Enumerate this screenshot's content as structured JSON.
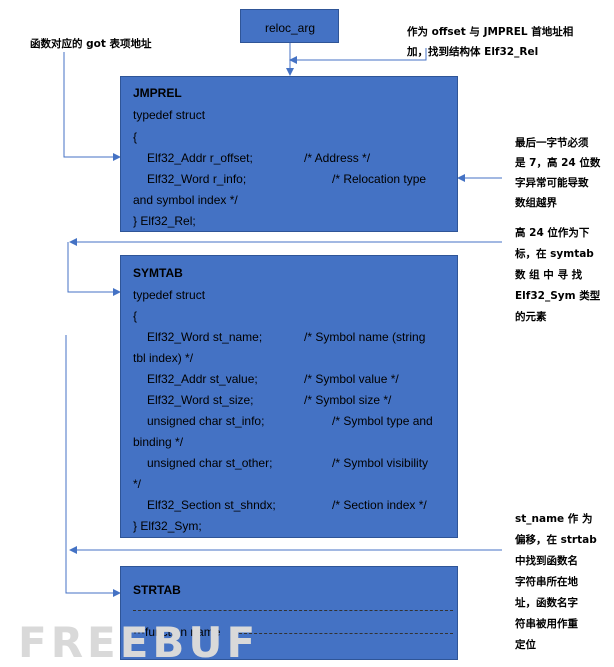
{
  "reloc_box": {
    "label": "reloc_arg"
  },
  "notes": {
    "got_note": "函数对应的 got 表项地址",
    "offset_note": {
      "line1": "作为 offset 与 JMPREL 首地址相",
      "line2": "加，找到结构体 Elf32_Rel"
    },
    "last_byte_note": [
      "最后一字节必须",
      "是 7，高 24 位数",
      "字异常可能导致",
      "数组越界"
    ],
    "high24_note": [
      "高 24 位作为下",
      "标，在 symtab",
      "数 组 中 寻 找",
      "Elf32_Sym 类型",
      "的元素"
    ],
    "st_name_note": [
      "st_name 作 为",
      "偏移，在 strtab",
      "中找到函数名",
      "字符串所在地",
      "址，函数名字",
      "符串被用作重",
      "定位"
    ]
  },
  "jmprel": {
    "title": "JMPREL",
    "lines": [
      "typedef struct",
      "{",
      "Elf32_Addr  r_offset;",
      "/* Address */",
      "Elf32_Word r_info;",
      "/* Relocation type",
      "and symbol index */",
      "} Elf32_Rel;"
    ]
  },
  "symtab": {
    "title": "SYMTAB",
    "lines": [
      "typedef struct",
      "{",
      "Elf32_Word st_name;",
      "/* Symbol name (string",
      "tbl index) */",
      "Elf32_Addr  st_value;",
      "/* Symbol value */",
      "Elf32_Word st_size;",
      "/* Symbol size */",
      "unsigned char    st_info;",
      "/* Symbol type and",
      "binding */",
      "unsigned char    st_other;",
      "/* Symbol visibility",
      "*/",
      "Elf32_Section    st_shndx;",
      "/* Section index */",
      "} Elf32_Sym;"
    ]
  },
  "strtab": {
    "title": "STRTAB",
    "function_label": "···function name"
  },
  "watermark": "FREEBUF",
  "colors": {
    "box_fill": "#4472c4",
    "box_border": "#2f5597",
    "arrow": "#4472c4"
  }
}
